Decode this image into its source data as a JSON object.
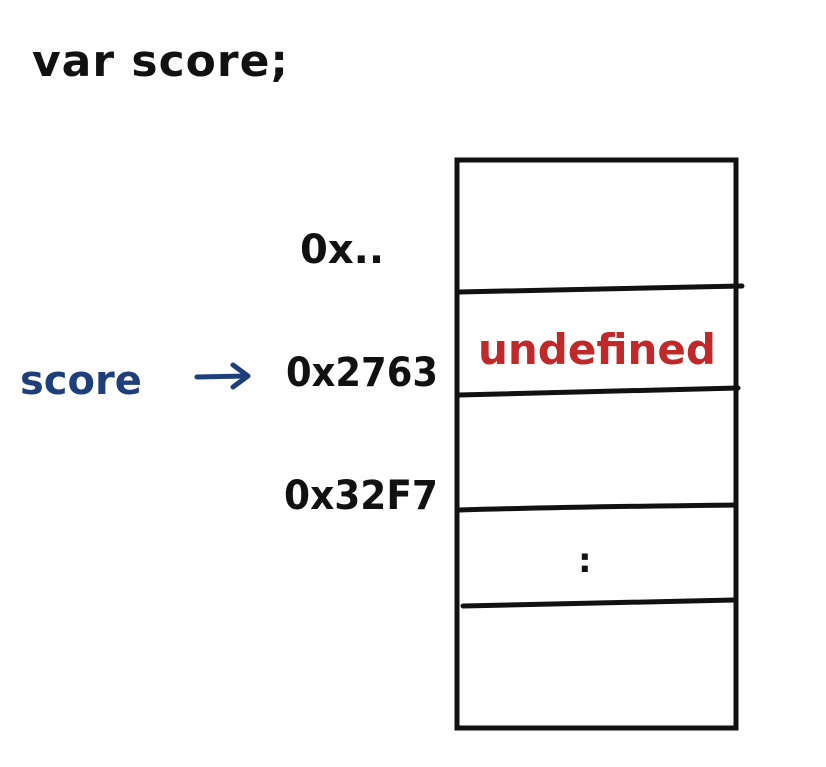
{
  "code_line": "var score;",
  "variable": {
    "name": "score",
    "color": "#1f3f7a"
  },
  "addresses": [
    "0x..",
    "0x2763",
    "0x32F7"
  ],
  "memory": {
    "stored_value": "undefined",
    "stored_value_color": "#c0282a",
    "ellipsis": ":"
  }
}
